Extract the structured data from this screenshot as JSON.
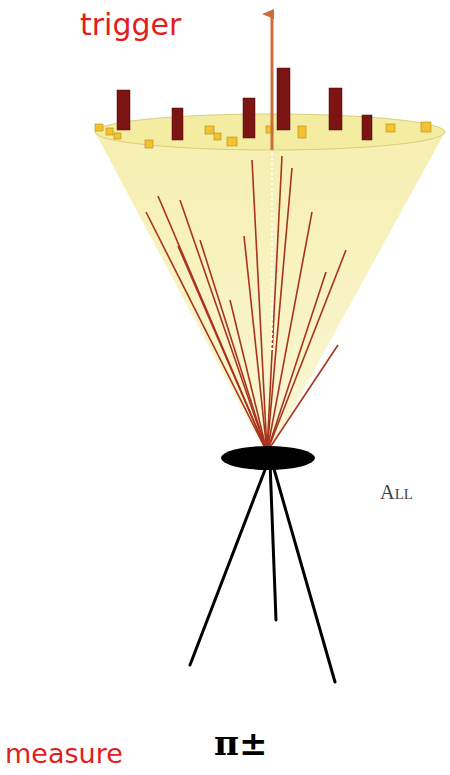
{
  "diagram": {
    "labels": [
      "trigger",
      "ALL",
      "measure",
      "π±"
    ]
  }
}
